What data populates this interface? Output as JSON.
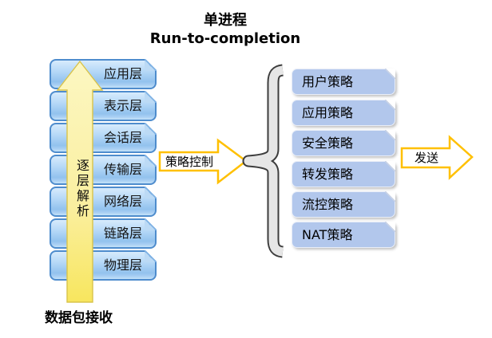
{
  "title": {
    "line1": "单进程",
    "line2": "Run-to-completion"
  },
  "left_stack": {
    "layers": [
      "应用层",
      "表示层",
      "会话层",
      "传输层",
      "网络层",
      "链路层",
      "物理层"
    ],
    "up_arrow_label": "逐层解析",
    "bottom_label": "数据包接收"
  },
  "flow": {
    "policy_control_label": "策略控制",
    "send_label": "发送"
  },
  "right_stack": {
    "policies": [
      "用户策略",
      "应用策略",
      "安全策略",
      "转发策略",
      "流控策略",
      "NAT策略"
    ]
  },
  "icons": {
    "up_arrow": "upward block arrow through layer stack",
    "policy_control_arrow": "right block arrow",
    "send_arrow": "right block arrow",
    "brace": "left curly brace grouping policies"
  },
  "colors": {
    "layer_border": "#4e8ccd",
    "layer_fill_top": "#d7ebfc",
    "layer_fill_bottom": "#92c2ee",
    "policy_fill": "#b2c7ec",
    "up_arrow_fill_top": "#fcf7c2",
    "up_arrow_fill_bottom": "#f8e65e",
    "up_arrow_border": "#d9c34a",
    "block_arrow_border": "#ffc000",
    "block_arrow_fill": "#ffffff",
    "brace_fill": "#e6e6e6",
    "brace_edge": "#3d3d3d",
    "text": "#000000"
  }
}
